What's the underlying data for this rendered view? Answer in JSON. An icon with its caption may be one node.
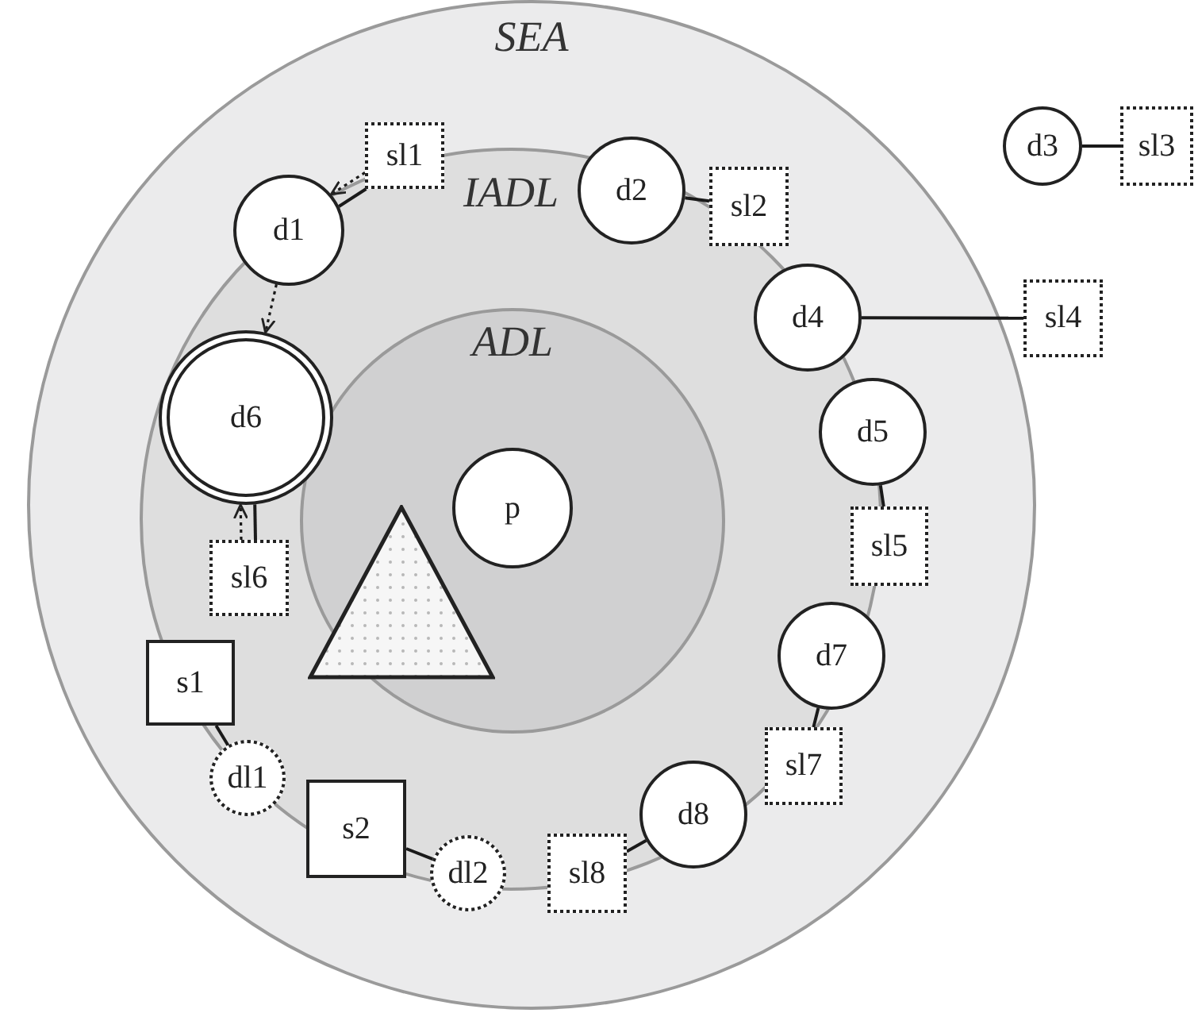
{
  "diagram": {
    "nodes": [
      {
        "text": [
          "SEA"
        ]
      },
      {
        "text": [
          "IADL"
        ],
        "in": 0
      },
      {
        "text": [
          "ADL"
        ],
        "in": 1
      },
      {
        "text": [
          "p"
        ],
        "in": 2
      },
      {
        "text": [],
        "shape": "triangle",
        "in": 2
      },
      {
        "text": [
          "sl1"
        ],
        "in": 0
      },
      {
        "text": [
          "d1"
        ],
        "in": 1
      },
      {
        "text": [
          "d2"
        ],
        "in": 0
      },
      {
        "text": [
          "sl2"
        ],
        "in": 1
      },
      {
        "text": [
          "d3"
        ]
      },
      {
        "text": [
          "sl3"
        ]
      },
      {
        "text": [
          "d4"
        ],
        "in": 1
      },
      {
        "text": [
          "sl4"
        ]
      },
      {
        "text": [
          "d6"
        ],
        "in": 1
      },
      {
        "text": [
          "d5"
        ],
        "in": 0
      },
      {
        "text": [
          "sl6"
        ],
        "in": 1
      },
      {
        "text": [
          "sl5"
        ],
        "in": 0
      },
      {
        "text": [
          "s1"
        ],
        "in": 1
      },
      {
        "text": [
          "d7"
        ],
        "in": 1
      },
      {
        "text": [
          "sl7"
        ],
        "in": 1
      },
      {
        "text": [
          "dl1"
        ],
        "in": 1
      },
      {
        "text": [
          "d8"
        ],
        "in": 1
      },
      {
        "text": [
          "s2"
        ],
        "in": 1
      },
      {
        "text": [
          "sl8"
        ],
        "in": 0
      },
      {
        "text": [
          "dl2"
        ],
        "in": 0
      }
    ],
    "edges": [
      {
        "from": 5,
        "to": 6,
        "arrow": "none"
      },
      {
        "from": 5,
        "to": 6,
        "arrow": "to",
        "style": "dashed"
      },
      {
        "from": 6,
        "to": 13,
        "arrow": "to",
        "style": "dashed"
      },
      {
        "from": 7,
        "to": 8,
        "arrow": "none"
      },
      {
        "from": 9,
        "to": 10,
        "arrow": "none"
      },
      {
        "from": 11,
        "to": 12,
        "arrow": "none"
      },
      {
        "from": 13,
        "to": 15,
        "arrow": "none"
      },
      {
        "from": 15,
        "to": 13,
        "arrow": "to",
        "style": "dashed"
      },
      {
        "from": 14,
        "to": 16,
        "arrow": "none"
      },
      {
        "from": 17,
        "to": 20,
        "arrow": "none"
      },
      {
        "from": 18,
        "to": 19,
        "arrow": "none"
      },
      {
        "from": 21,
        "to": 23,
        "arrow": "none"
      },
      {
        "from": 22,
        "to": 24,
        "arrow": "none"
      }
    ]
  }
}
